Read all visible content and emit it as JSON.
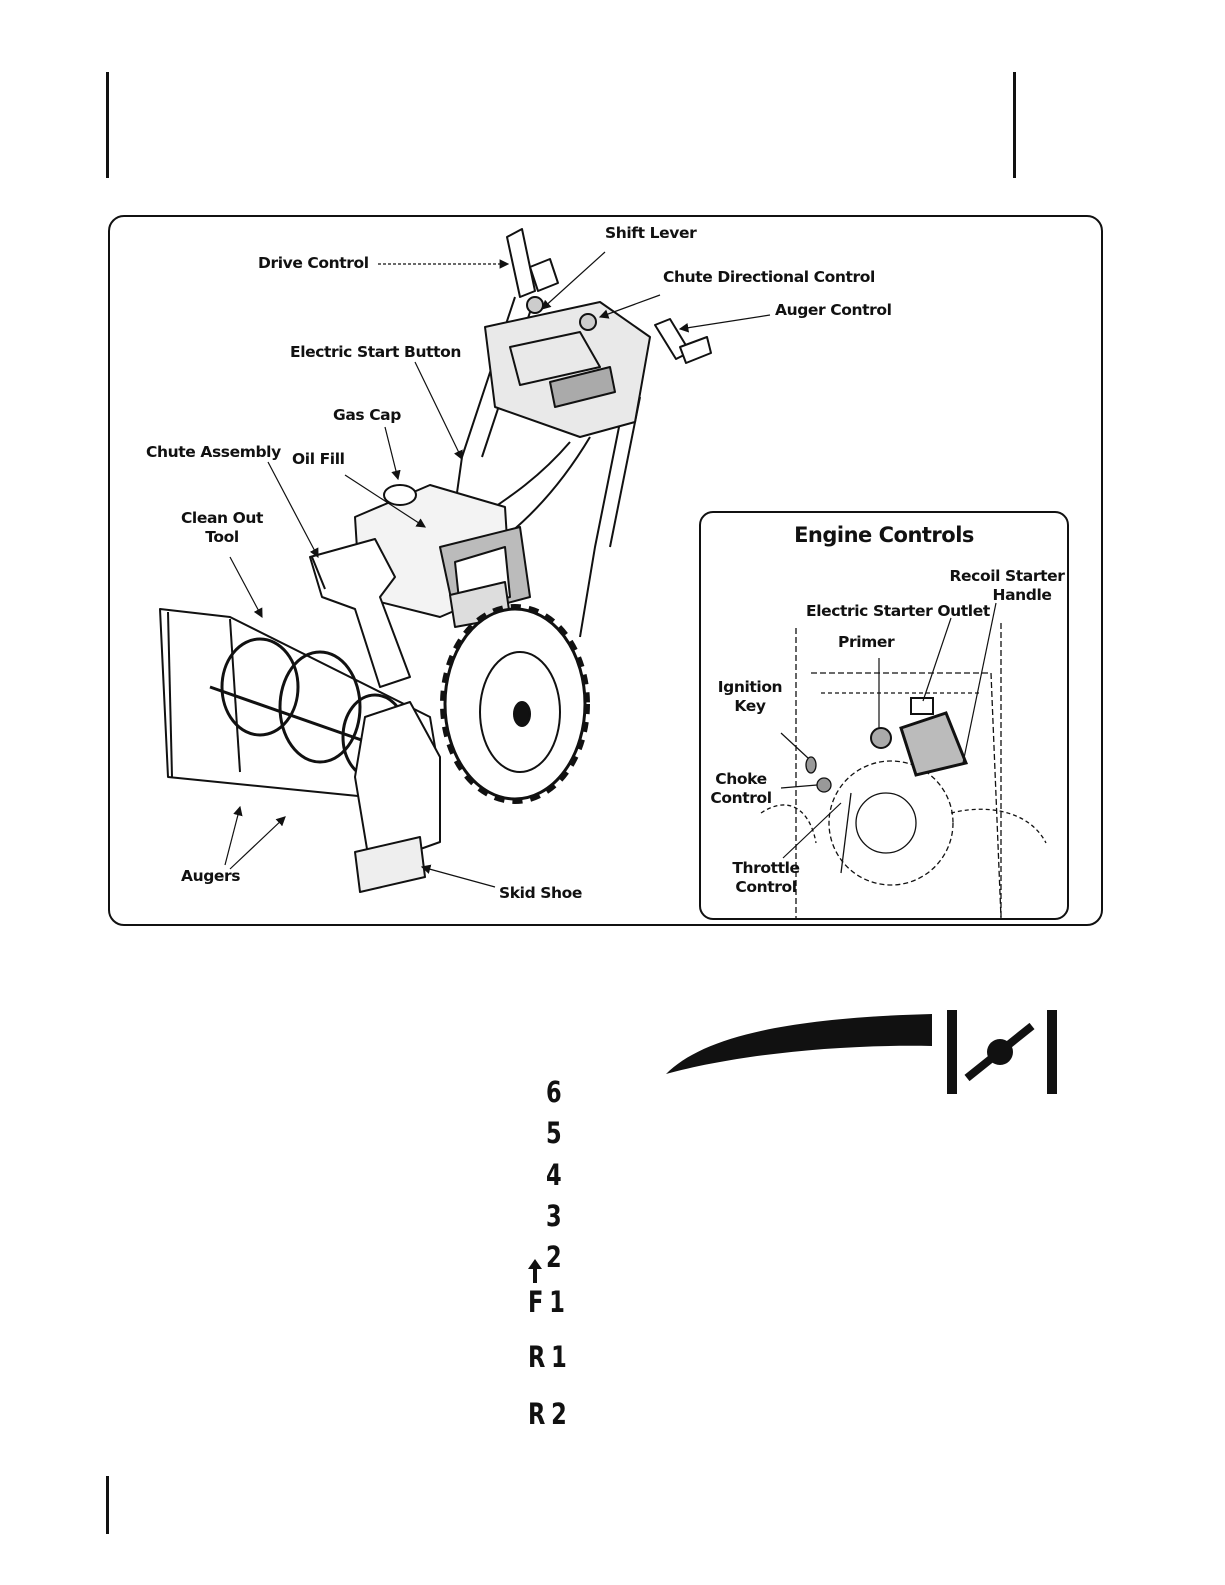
{
  "diagram": {
    "labels": {
      "shift_lever": "Shift Lever",
      "drive_control": "Drive Control",
      "chute_directional_control": "Chute Directional Control",
      "auger_control": "Auger Control",
      "electric_start_button": "Electric Start Button",
      "gas_cap": "Gas Cap",
      "chute_assembly": "Chute Assembly",
      "oil_fill": "Oil Fill",
      "clean_out_tool_1": "Clean Out",
      "clean_out_tool_2": "Tool",
      "augers": "Augers",
      "skid_shoe": "Skid Shoe"
    },
    "engine_controls": {
      "title": "Engine Controls",
      "recoil_1": "Recoil Starter",
      "recoil_2": "Handle",
      "electric_starter_outlet": "Electric Starter Outlet",
      "primer": "Primer",
      "ignition_1": "Ignition",
      "ignition_2": "Key",
      "choke_1": "Choke",
      "choke_2": "Control",
      "throttle_1": "Throttle",
      "throttle_2": "Control"
    }
  },
  "gears": [
    "6",
    "5",
    "4",
    "3",
    "2",
    "F 1",
    "R 1",
    "R 2"
  ]
}
